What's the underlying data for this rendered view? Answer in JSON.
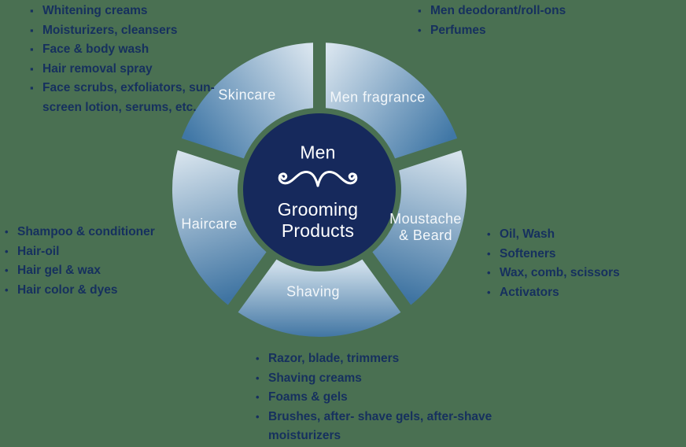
{
  "colors": {
    "background": "#4A7052",
    "center_circle": "#16295C",
    "bullet_text": "#16305E",
    "segment_gradient_light": "#D5E2EC",
    "segment_gradient_dark": "#4077A6",
    "label_text": "#F3F7FA"
  },
  "center": {
    "line_top": "Men",
    "line_bottom": "Grooming\nProducts",
    "icon": "mustache-icon"
  },
  "segments": [
    {
      "label": "Skincare"
    },
    {
      "label": "Men fragrance"
    },
    {
      "label": "Moustache\n& Beard"
    },
    {
      "label": "Shaving"
    },
    {
      "label": "Haircare"
    }
  ],
  "lists": {
    "skincare": {
      "items": [
        {
          "marker": "▪",
          "text": "Whitening creams"
        },
        {
          "marker": "▪",
          "text": "Moisturizers, cleansers"
        },
        {
          "marker": "▪",
          "text": "Face & body wash"
        },
        {
          "marker": "▪",
          "text": "Hair removal spray"
        },
        {
          "marker": "▪",
          "text": "Face scrubs, exfoliators, sun-\nscreen lotion, serums, etc."
        }
      ]
    },
    "fragrance": {
      "items": [
        {
          "marker": "▪",
          "text": "Men deodorant/roll-ons"
        },
        {
          "marker": "•",
          "text": "Perfumes"
        }
      ]
    },
    "haircare": {
      "items": [
        {
          "marker": "•",
          "text": "Shampoo & conditioner"
        },
        {
          "marker": "•",
          "text": "Hair-oil"
        },
        {
          "marker": "•",
          "text": "Hair gel & wax"
        },
        {
          "marker": "•",
          "text": "Hair color & dyes"
        }
      ]
    },
    "moustache": {
      "items": [
        {
          "marker": "•",
          "text": "Oil, Wash"
        },
        {
          "marker": "•",
          "text": "Softeners"
        },
        {
          "marker": "•",
          "text": "Wax, comb, scissors"
        },
        {
          "marker": "•",
          "text": "Activators"
        }
      ]
    },
    "shaving": {
      "items": [
        {
          "marker": "•",
          "text": "Razor, blade, trimmers"
        },
        {
          "marker": "•",
          "text": "Shaving creams"
        },
        {
          "marker": "•",
          "text": "Foams & gels"
        },
        {
          "marker": "•",
          "text": "Brushes, after- shave gels, after-shave\nmoisturizers"
        }
      ]
    }
  }
}
